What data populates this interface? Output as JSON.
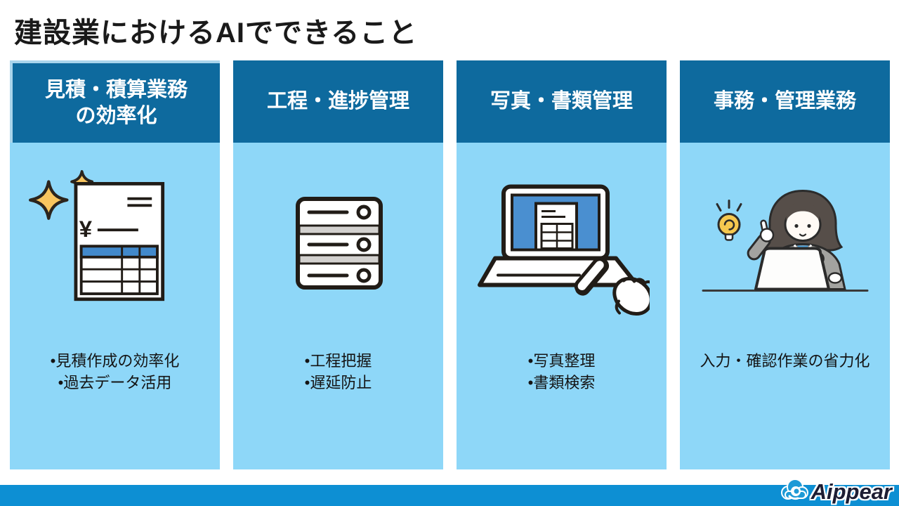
{
  "title": "建設業におけるAIでできること",
  "columns": [
    {
      "id": "estimate",
      "header_lines": [
        "見積・積算業務",
        "の効率化"
      ],
      "bullets": [
        "•見積作成の効率化",
        "•過去データ活用"
      ],
      "illustration": "invoice-with-sparkles",
      "currency_symbol": "¥"
    },
    {
      "id": "schedule",
      "header_lines": [
        "工程・進捗管理"
      ],
      "bullets": [
        "•工程把握",
        "•遅延防止"
      ],
      "illustration": "server-rack"
    },
    {
      "id": "photo-doc",
      "header_lines": [
        "写真・書類管理"
      ],
      "bullets": [
        "•写真整理",
        "•書類検索"
      ],
      "illustration": "laptop-click"
    },
    {
      "id": "admin",
      "header_lines": [
        "事務・管理業務"
      ],
      "bullets": [
        "入力・確認作業の省力化"
      ],
      "illustration": "office-worker"
    }
  ],
  "footer": {
    "logo_text": "Aippear"
  },
  "colors": {
    "header_blue": "#0e6a9e",
    "panel_light_blue": "#8ed7f8",
    "footer_blue": "#0d8fd3",
    "table_accent_blue": "#4289cb",
    "screen_blue": "#4a8fd0",
    "sparkle_yellow": "#f8c55f",
    "lightbulb_yellow": "#f6c84f",
    "logo_cloud_blue": "#1e9ad6",
    "logo_text_navy": "#1d1d33",
    "outline_black": "#211c17"
  }
}
